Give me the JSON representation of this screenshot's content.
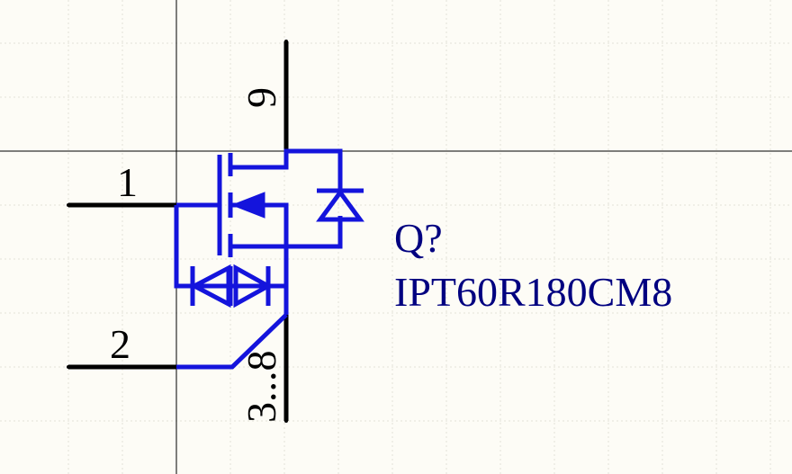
{
  "component": {
    "designator": "Q?",
    "part_number": "IPT60R180CM8"
  },
  "pins": {
    "gate": "1",
    "source_kelvin": "2",
    "drain": "9",
    "source": "3...8"
  },
  "colors": {
    "background": "#fdfcf6",
    "grid": "#e4e4dc",
    "crosshair": "#000000",
    "symbol": "#1414dc",
    "pin": "#000000",
    "label": "#000080"
  }
}
